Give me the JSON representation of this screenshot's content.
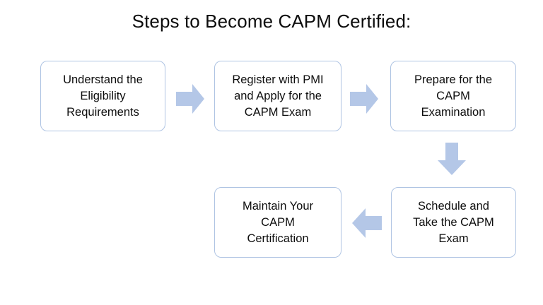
{
  "diagram": {
    "title": "Steps to Become CAPM Certified:",
    "background_color": "#FFFFFF",
    "box_border_color": "#AFC4E3",
    "box_fill_color": "#FFFFFF",
    "arrow_fill_color": "#B4C7E7",
    "text_color": "#0D0D0D",
    "steps": [
      {
        "id": 1,
        "label": "Understand the\nEligibility\nRequirements"
      },
      {
        "id": 2,
        "label": "Register with PMI\nand Apply for the\nCAPM Exam"
      },
      {
        "id": 3,
        "label": "Prepare for the\nCAPM\nExamination"
      },
      {
        "id": 4,
        "label": "Schedule and\nTake the CAPM\nExam"
      },
      {
        "id": 5,
        "label": "Maintain Your\nCAPM\nCertification"
      }
    ],
    "connectors": [
      {
        "id": 1,
        "direction": "right",
        "from": 1,
        "to": 2
      },
      {
        "id": 2,
        "direction": "right",
        "from": 2,
        "to": 3
      },
      {
        "id": 3,
        "direction": "down",
        "from": 3,
        "to": 4
      },
      {
        "id": 4,
        "direction": "left",
        "from": 4,
        "to": 5
      }
    ]
  }
}
